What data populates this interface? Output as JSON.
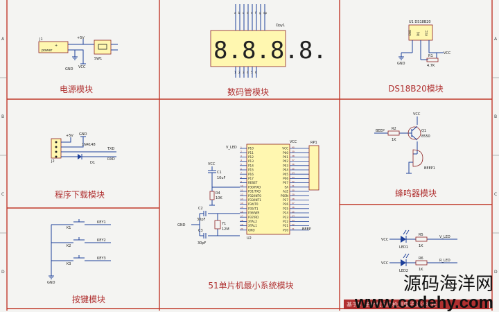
{
  "sheet": {
    "border_letters_left": [
      "A",
      "B",
      "C",
      "D"
    ],
    "border_letters_right": [
      "A",
      "B",
      "C",
      "D"
    ]
  },
  "modules": {
    "power": {
      "title": "电源模块",
      "jack_ref": "J1",
      "jack_label": "power",
      "vcc_plus": "+5V",
      "gnd": "GND",
      "vcc": "VCC",
      "switch": "SW1"
    },
    "seg": {
      "title": "数码管模块",
      "ref": "Dpy1",
      "digits": "8.8.8.8.",
      "top_pins": [
        "a",
        "b",
        "c",
        "d",
        "e",
        "f",
        "g",
        "dp"
      ],
      "bottom_pins": [
        "1",
        "2",
        "3",
        "4",
        "5",
        "6"
      ]
    },
    "ds18b20": {
      "title": "DS18B20模块",
      "ref": "U1 DS18B20",
      "pins": [
        "GND",
        "DQ",
        "VCC"
      ],
      "resistor": "R1",
      "resistor_val": "4.7K",
      "vcc": "VCC",
      "gnd": "GND"
    },
    "download": {
      "title": "程序下载模块",
      "vcc_plus": "+5V",
      "gnd": "GND",
      "ref": "J2",
      "diode": "1N4148",
      "diode_ref": "D1",
      "txd": "TXD",
      "rxd": "RXD"
    },
    "mcu": {
      "title": "51单片机最小系统模块",
      "ref": "U2",
      "pack_ref": "RP1",
      "vcc": "VCC",
      "gnd": "GND",
      "v_led": "V_LED",
      "c1": "C1",
      "c1_val": "10uF",
      "r4": "R4",
      "r4_val": "10K",
      "c2": "C2",
      "c2_val": "30pF",
      "c3": "C3",
      "c3_val": "30pF",
      "y1": "Y1",
      "y1_val": "12M",
      "beep": "BEEP",
      "left_pins": [
        "P10",
        "P11",
        "P12",
        "P13",
        "P14",
        "P15",
        "P16",
        "P17",
        "RESET",
        "P30/RXD",
        "P31/TXD",
        "P32/INT0",
        "P33/INT1",
        "P34/T0",
        "P35/T1",
        "P36/WR",
        "P37/RD",
        "XTAL2",
        "XTAL1",
        "GND"
      ],
      "right_pins": [
        "VCC",
        "P00",
        "P01",
        "P02",
        "P03",
        "P04",
        "P05",
        "P06",
        "P07",
        "EA",
        "ALE",
        "PSEN",
        "P27",
        "P26",
        "P25",
        "P24",
        "P23",
        "P22",
        "P21",
        "P20"
      ],
      "left_nums": [
        "1",
        "2",
        "3",
        "4",
        "5",
        "6",
        "7",
        "8",
        "9",
        "10",
        "11",
        "12",
        "13",
        "14",
        "15",
        "16",
        "17",
        "18",
        "19",
        "20"
      ],
      "right_nums": [
        "40",
        "39",
        "38",
        "37",
        "36",
        "35",
        "34",
        "33",
        "32",
        "31",
        "30",
        "29",
        "28",
        "27",
        "26",
        "25",
        "24",
        "23",
        "22",
        "21"
      ]
    },
    "buzzer": {
      "title": "蜂鸣器模块",
      "vcc": "VCC",
      "beep": "BEEP",
      "r2": "R2",
      "r2_val": "1K",
      "q1": "Q1",
      "q1_val": "8550",
      "ref": "BEEP1"
    },
    "keys": {
      "title": "按键模块",
      "items": [
        {
          "ref": "K1",
          "net": "KEY1"
        },
        {
          "ref": "K2",
          "net": "KEY2"
        },
        {
          "ref": "K3",
          "net": "KEY3"
        }
      ],
      "gnd": "GND"
    },
    "led": {
      "title": "",
      "vcc": "VCC",
      "items": [
        {
          "ref": "LED1",
          "res": "R5",
          "res_val": "1K",
          "net": "V_LED"
        },
        {
          "ref": "LED2",
          "res": "R6",
          "res_val": "1K",
          "net": "R_LED"
        }
      ]
    }
  },
  "bottom_caption": "基于51单片机温度检测电子设计系统",
  "watermark": {
    "cn": "源码海洋网",
    "url": "www.codehy.com"
  }
}
